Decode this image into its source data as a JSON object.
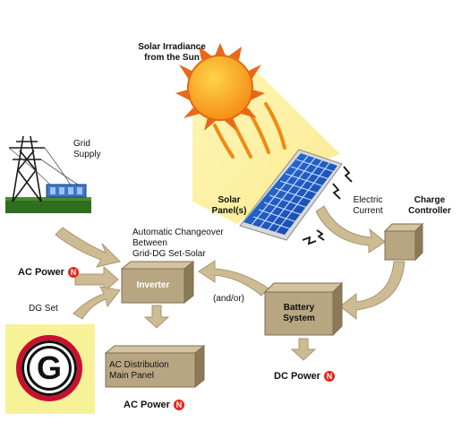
{
  "diagram": {
    "sun_label": "Solar Irradiance\nfrom the Sun",
    "grid_label": "Grid\nSupply",
    "solar_panel_label": "Solar\nPanel(s)",
    "electric_current_label": "Electric\nCurrent",
    "charge_controller_label": "Charge\nController",
    "changeover_label": "Automatic Changeover\nBetween\nGrid-DG Set-Solar",
    "ac_power_left_label": "AC Power",
    "dg_set_label": "DG Set",
    "dg_logo_letter": "G",
    "inverter_label": "Inverter",
    "and_or_label": "(and/or)",
    "battery_label": "Battery\nSystem",
    "ac_panel_label": "AC Distribution\nMain Panel",
    "ac_power_bottom_label": "AC Power",
    "dc_power_label": "DC Power",
    "bolt_symbol": "N"
  },
  "colors": {
    "box_face": "#b8a683",
    "box_top": "#d3c3a0",
    "box_side": "#8a7a58",
    "arrow_fill": "#cdbb93",
    "sun_core": "#f7a21b",
    "sun_ray": "#e86a10",
    "beam": "#fbf3a0",
    "panel_blue": "#1a57c7",
    "power_bolt": "#e8231b",
    "dg_background": "#f7f198",
    "dg_ring": "#c8102e"
  }
}
